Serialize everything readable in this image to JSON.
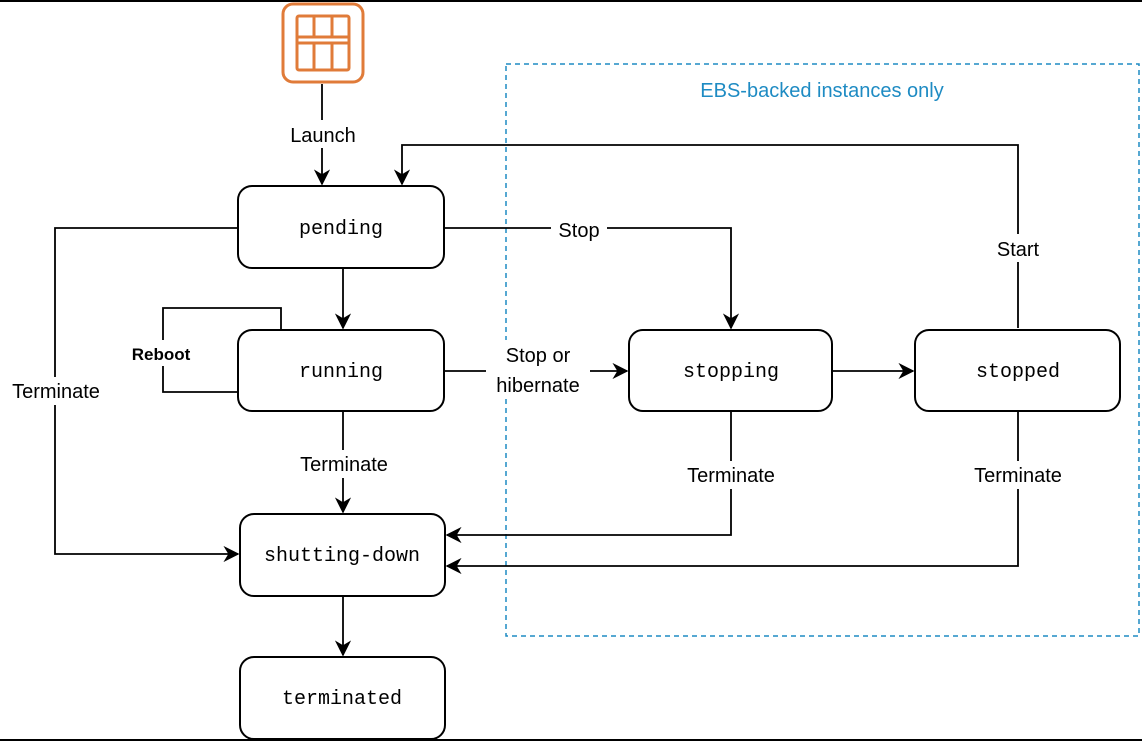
{
  "diagram": {
    "region": {
      "label": "EBS-backed instances only",
      "color": "#1e8bc3"
    },
    "icon": {
      "name": "ec2-instance-icon",
      "color": "#e07b39"
    },
    "states": {
      "pending": "pending",
      "running": "running",
      "stopping": "stopping",
      "stopped": "stopped",
      "shutting_down": "shutting-down",
      "terminated": "terminated"
    },
    "edges": {
      "launch": "Launch",
      "stop": "Stop",
      "start": "Start",
      "reboot": "Reboot",
      "stop_or_hibernate_1": "Stop or",
      "stop_or_hibernate_2": "hibernate",
      "terminate_left": "Terminate",
      "terminate_running": "Terminate",
      "terminate_stopping": "Terminate",
      "terminate_stopped": "Terminate"
    }
  }
}
